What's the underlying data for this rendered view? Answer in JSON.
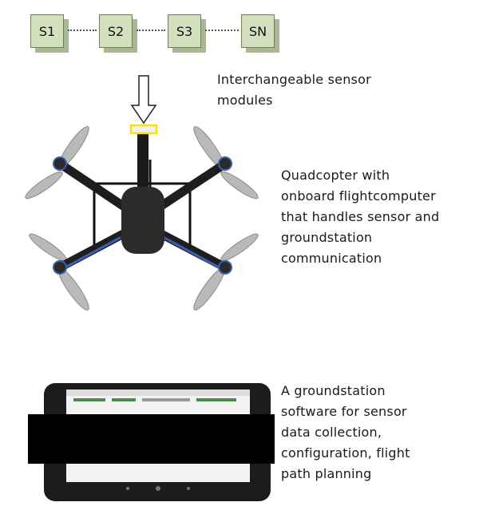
{
  "modules": [
    "S1",
    "S2",
    "S3",
    "SN"
  ],
  "labels": {
    "modules": [
      "Interchangeable sensor",
      "modules"
    ],
    "quadcopter": [
      "Quadcopter with",
      "onboard flightcomputer",
      "that handles sensor and",
      "groundstation",
      "communication"
    ],
    "groundstation": [
      "A groundstation",
      "software for sensor",
      "data collection,",
      "configuration, flight",
      "path planning"
    ]
  },
  "colors": {
    "module_face": "#d2e0bd",
    "module_shade": "#a9b892",
    "mount_highlight": "#f5e400",
    "arm_accent": "#3b5fb0"
  },
  "icons": {
    "arrow": "down-arrow-icon",
    "drone": "quadcopter-icon",
    "tablet": "tablet-icon"
  }
}
